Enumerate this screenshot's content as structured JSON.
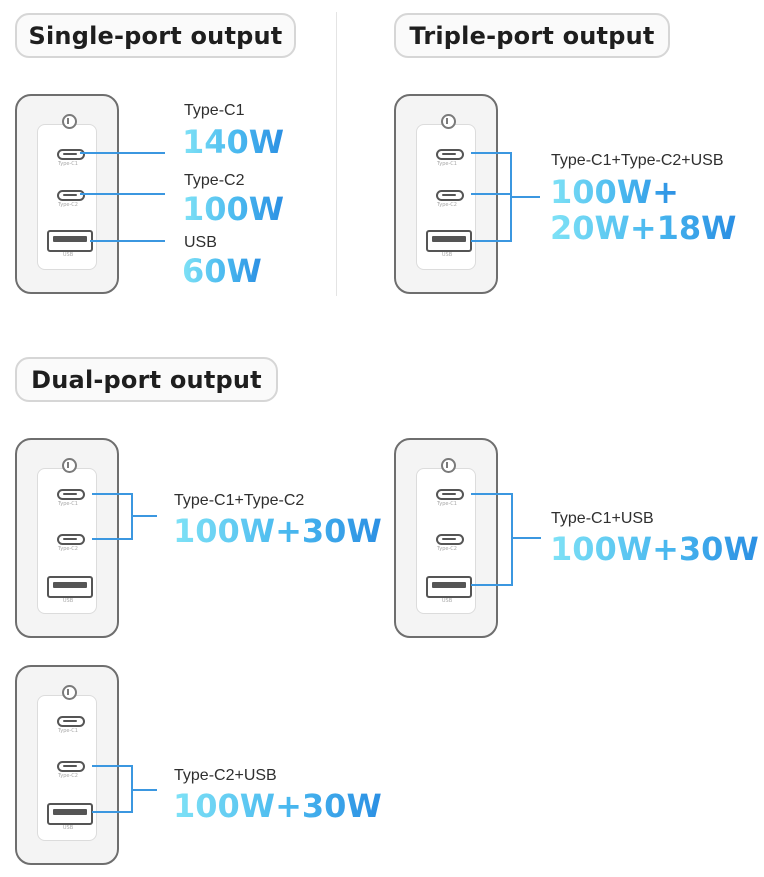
{
  "sections": {
    "single": "Single-port output",
    "triple": "Triple-port output",
    "dual": "Dual-port output"
  },
  "port_labels": {
    "c1": "Type-C1",
    "c2": "Type-C2",
    "usb": "USB"
  },
  "single": {
    "c1": {
      "label": "Type-C1",
      "watt": "140W"
    },
    "c2": {
      "label": "Type-C2",
      "watt": "100W"
    },
    "usb": {
      "label": "USB",
      "watt": "60W"
    }
  },
  "triple": {
    "label": "Type-C1+Type-C2+USB",
    "watt_line1": "100W+",
    "watt_line2": "20W+18W"
  },
  "dual": [
    {
      "label": "Type-C1+Type-C2",
      "watt": "100W+30W"
    },
    {
      "label": "Type-C1+USB",
      "watt": "100W+30W"
    },
    {
      "label": "Type-C2+USB",
      "watt": "100W+30W"
    }
  ],
  "colors": {
    "accent": "#3b97e0",
    "gradient_start": "#7fe2f6",
    "gradient_end": "#2b8fe3"
  }
}
